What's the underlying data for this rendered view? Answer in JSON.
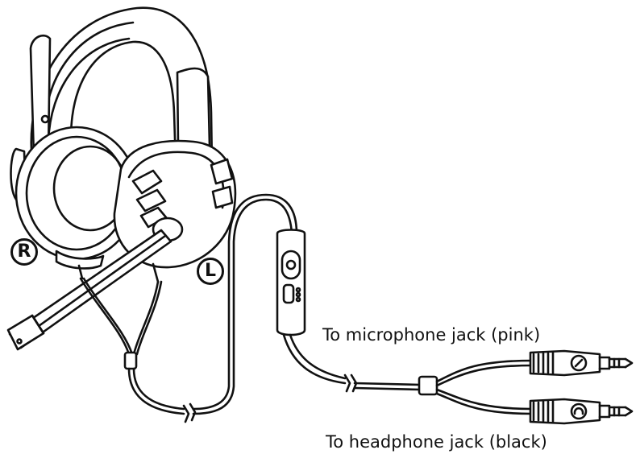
{
  "labels": {
    "microphone_jack": "To microphone jack (pink)",
    "headphone_jack": "To headphone jack (black)",
    "right_marker": "R",
    "left_marker": "L"
  }
}
